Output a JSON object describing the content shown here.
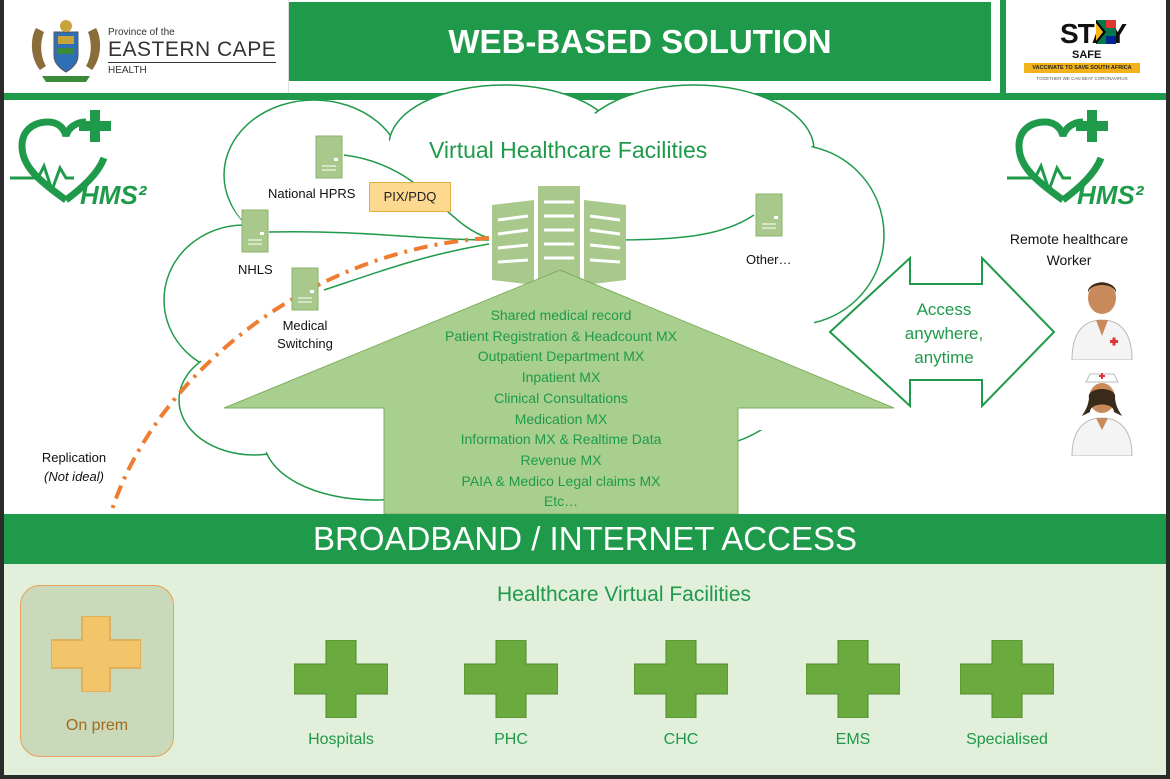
{
  "header": {
    "logo": {
      "line1": "Province of the",
      "line2": "EASTERN CAPE",
      "line3": "HEALTH"
    },
    "title": "WEB-BASED SOLUTION",
    "stay_safe": {
      "word": "STAY",
      "safe": "SAFE",
      "tagline": "VACCINATE TO SAVE SOUTH AFRICA",
      "subtag": "TOGETHER WE CAN BEAT CORONAVIRUS"
    }
  },
  "hms_logo_text": "HMS²",
  "cloud": {
    "title": "Virtual Healthcare Facilities",
    "nodes": {
      "national_hprs": "National HPRS",
      "pix_pdq": "PIX/PDQ",
      "nhls": "NHLS",
      "medical_switching_1": "Medical",
      "medical_switching_2": "Switching",
      "other": "Other…"
    },
    "services": [
      "Shared medical record",
      "Patient Registration & Headcount MX",
      "Outpatient Department MX",
      "Inpatient MX",
      "Clinical Consultations",
      "Medication MX",
      "Information MX & Realtime Data",
      "Revenue MX",
      "PAIA & Medico Legal claims MX",
      "Etc…"
    ]
  },
  "remote": {
    "label_line1": "Remote healthcare",
    "label_line2": "Worker",
    "access_line1": "Access",
    "access_line2": "anywhere,",
    "access_line3": "anytime"
  },
  "replication": {
    "line1": "Replication",
    "line2": "(Not ideal)"
  },
  "broadband": "BROADBAND / INTERNET ACCESS",
  "bottom": {
    "title": "Healthcare Virtual Facilities",
    "on_prem": "On prem",
    "facilities": [
      "Hospitals",
      "PHC",
      "CHC",
      "EMS",
      "Specialised"
    ]
  },
  "colors": {
    "primary_green": "#1f9a4a",
    "light_green": "#a9cf8e",
    "cross_green": "#6aaa3f",
    "orange": "#ee7d31",
    "pale_green_bg": "#e2efda"
  }
}
